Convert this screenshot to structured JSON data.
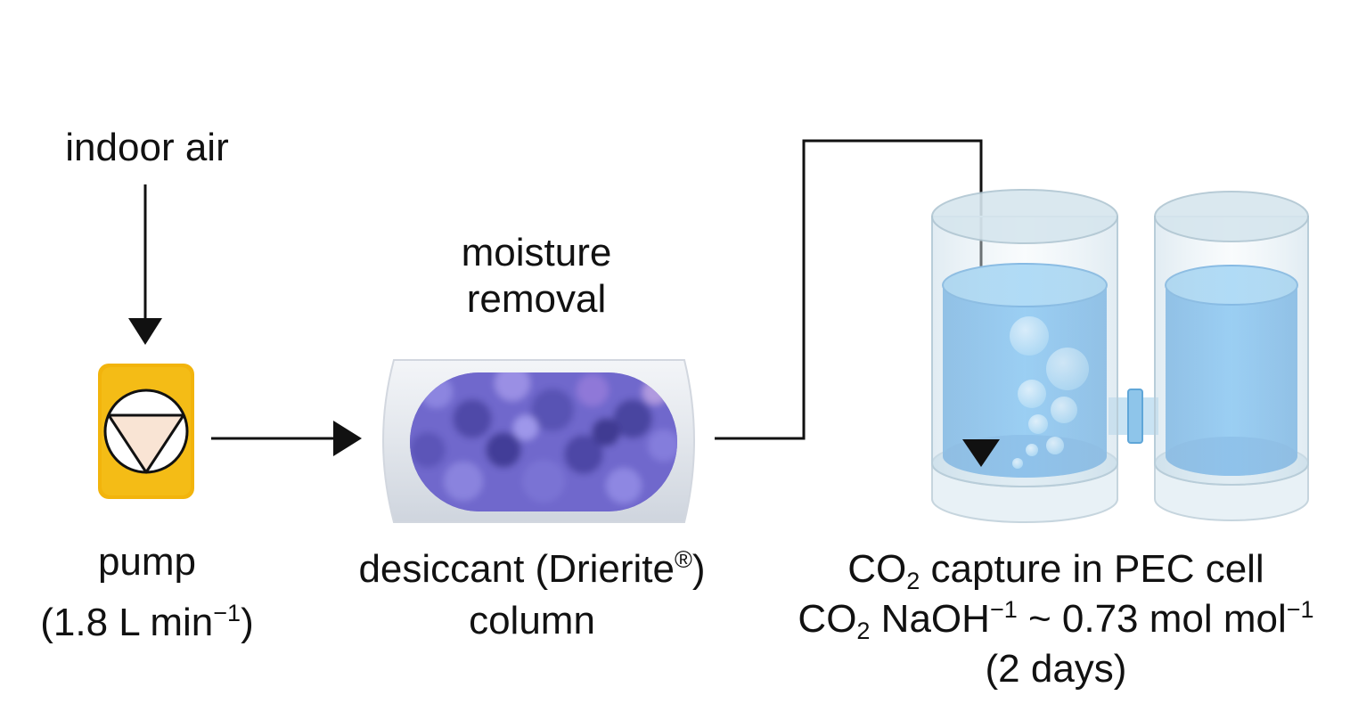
{
  "colors": {
    "arrow": "#111111",
    "pump_body": "#f2b40c",
    "pump_triangle": "#f9e4d4",
    "desiccant_media": "#6c64c8",
    "column_shell": "#e7eaef",
    "electrolyte": "#5aaeea",
    "cell_glass": "#d8e6ee"
  },
  "icons": {
    "pump": "pump-icon",
    "column": "desiccant-column-icon",
    "cell": "pec-cell-icon"
  },
  "labels": {
    "indoor_air": "indoor air",
    "moisture_line1": "moisture",
    "moisture_line2": "removal",
    "pump": "pump",
    "pump_rate_open": "(1.8 L min",
    "pump_rate_exp": "−1",
    "pump_rate_close": ")",
    "desiccant_prefix": "desiccant (Drierite",
    "desiccant_reg": "®",
    "desiccant_suffix": ")",
    "column": "column",
    "capture_co": "CO",
    "capture_sub": "2",
    "capture_rest": " capture in PEC cell",
    "ratio_co": "CO",
    "ratio_sub": "2",
    "ratio_naoh": " NaOH",
    "ratio_naoh_exp": "−1",
    "ratio_value": " ~ 0.73 mol mol",
    "ratio_value_exp": "−1",
    "duration": "(2 days)"
  }
}
